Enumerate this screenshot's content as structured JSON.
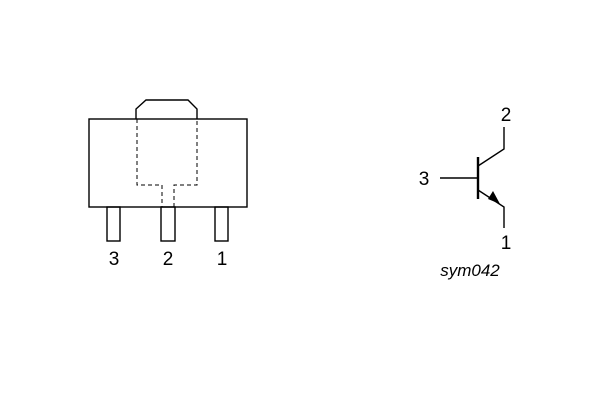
{
  "package": {
    "pin_labels": [
      "3",
      "2",
      "1"
    ]
  },
  "symbol": {
    "base_label": "3",
    "collector_label": "2",
    "emitter_label": "1",
    "caption": "sym042"
  },
  "colors": {
    "line": "#000000",
    "background": "#ffffff"
  }
}
